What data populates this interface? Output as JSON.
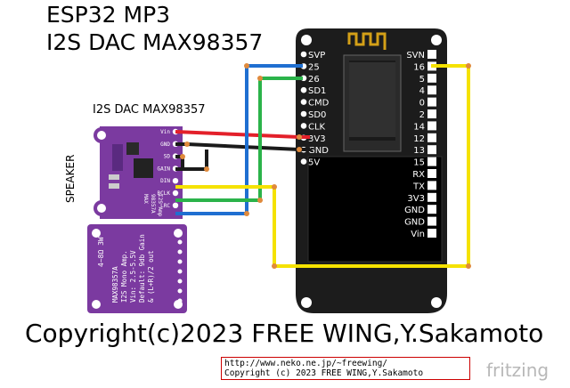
{
  "title": {
    "line1": "ESP32 MP3",
    "line2": "I2S DAC MAX98357"
  },
  "dac_label": "I2S DAC MAX98357",
  "speaker_label": "SPEAKER",
  "copyright": "Copyright(c)2023 FREE WING,Y.Sakamoto",
  "url_box": {
    "line1": "http://www.neko.ne.jp/~freewing/",
    "line2": "Copyright (c) 2023 FREE WING,Y.Sakamoto"
  },
  "watermark": "fritzing",
  "esp32_left_pins": [
    "SVP",
    "25",
    "26",
    "SD1",
    "CMD",
    "SD0",
    "CLK",
    "3V3",
    "GND",
    "5V"
  ],
  "esp32_right_pins": [
    "SVN",
    "16",
    "5",
    "4",
    "0",
    "2",
    "14",
    "12",
    "13",
    "15",
    "RX",
    "TX",
    "3V3",
    "GND",
    "GND",
    "Vin"
  ],
  "dac_pins": [
    "Vin",
    "GND",
    "SD",
    "GAIN",
    "DIN",
    "BCLK",
    "LRC"
  ],
  "dac_chip_text": [
    "MAX",
    "98357A",
    "I2S Amp"
  ],
  "board_text": [
    "MAX98357A",
    "I2S Mono Amp.",
    "Vin: 2.5-5.5V",
    "Default: 9db Gain",
    "& (L+R)/2 out"
  ],
  "board_side_text": "4~8Ω 3W",
  "wire_colors": {
    "red": "#e3202a",
    "black": "#1a1a1a",
    "blue": "#1f6fd1",
    "green": "#2bb34a",
    "yellow": "#f5e200",
    "joint": "#e08a3c"
  },
  "board_color": "#7b3aa0",
  "esp32_color": "#1c1c1c"
}
